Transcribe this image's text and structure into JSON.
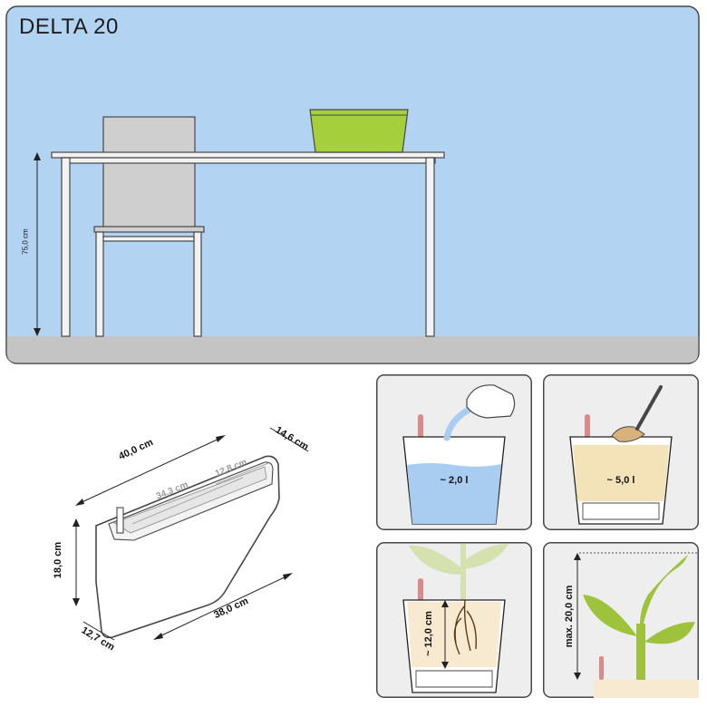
{
  "product": {
    "title": "DELTA 20"
  },
  "scene": {
    "table_height": "75,0 cm",
    "colors": {
      "wall": "#b3d3f2",
      "floor": "#c4c4c4",
      "planter": "#a6cf3c",
      "frame": "#474747"
    }
  },
  "dimensions": {
    "top_length": "40,0 cm",
    "top_width": "14,6 cm",
    "inner_length": "34,3 cm",
    "inner_width": "12,8 cm",
    "height": "18,0 cm",
    "bottom_length": "38,0 cm",
    "bottom_width": "12,7 cm"
  },
  "panels": {
    "water": {
      "label": "~ 2,0 l"
    },
    "substrate": {
      "label": "~ 5,0 l"
    },
    "roots": {
      "label": "~ 12,0 cm"
    },
    "plant": {
      "label": "max. 20,0 cm"
    }
  }
}
